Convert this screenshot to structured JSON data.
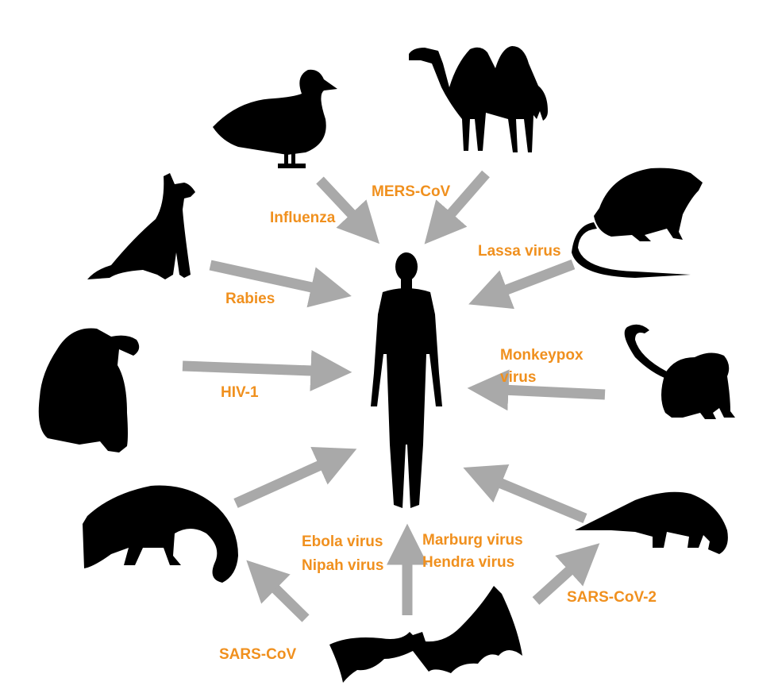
{
  "colors": {
    "label": "#F0901E",
    "arrow": "#A9A9A9",
    "silhouette": "#000000",
    "background": "#FFFFFF"
  },
  "labels": {
    "influenza": "Influenza",
    "mers": "MERS-CoV",
    "lassa": "Lassa virus",
    "rabies": "Rabies",
    "monkeypox_1": "Monkeypox",
    "monkeypox_2": "virus",
    "hiv": "HIV-1",
    "ebola": "Ebola virus",
    "nipah": "Nipah virus",
    "marburg": "Marburg virus",
    "hendra": "Hendra virus",
    "sars_cov_2": "SARS-CoV-2",
    "sars_cov": "SARS-CoV"
  },
  "icons": [
    "duck-icon",
    "camel-icon",
    "rat-icon",
    "dog-icon",
    "chimpanzee-icon",
    "monkey-icon",
    "civet-icon",
    "pangolin-icon",
    "bat-icon",
    "human-icon"
  ]
}
